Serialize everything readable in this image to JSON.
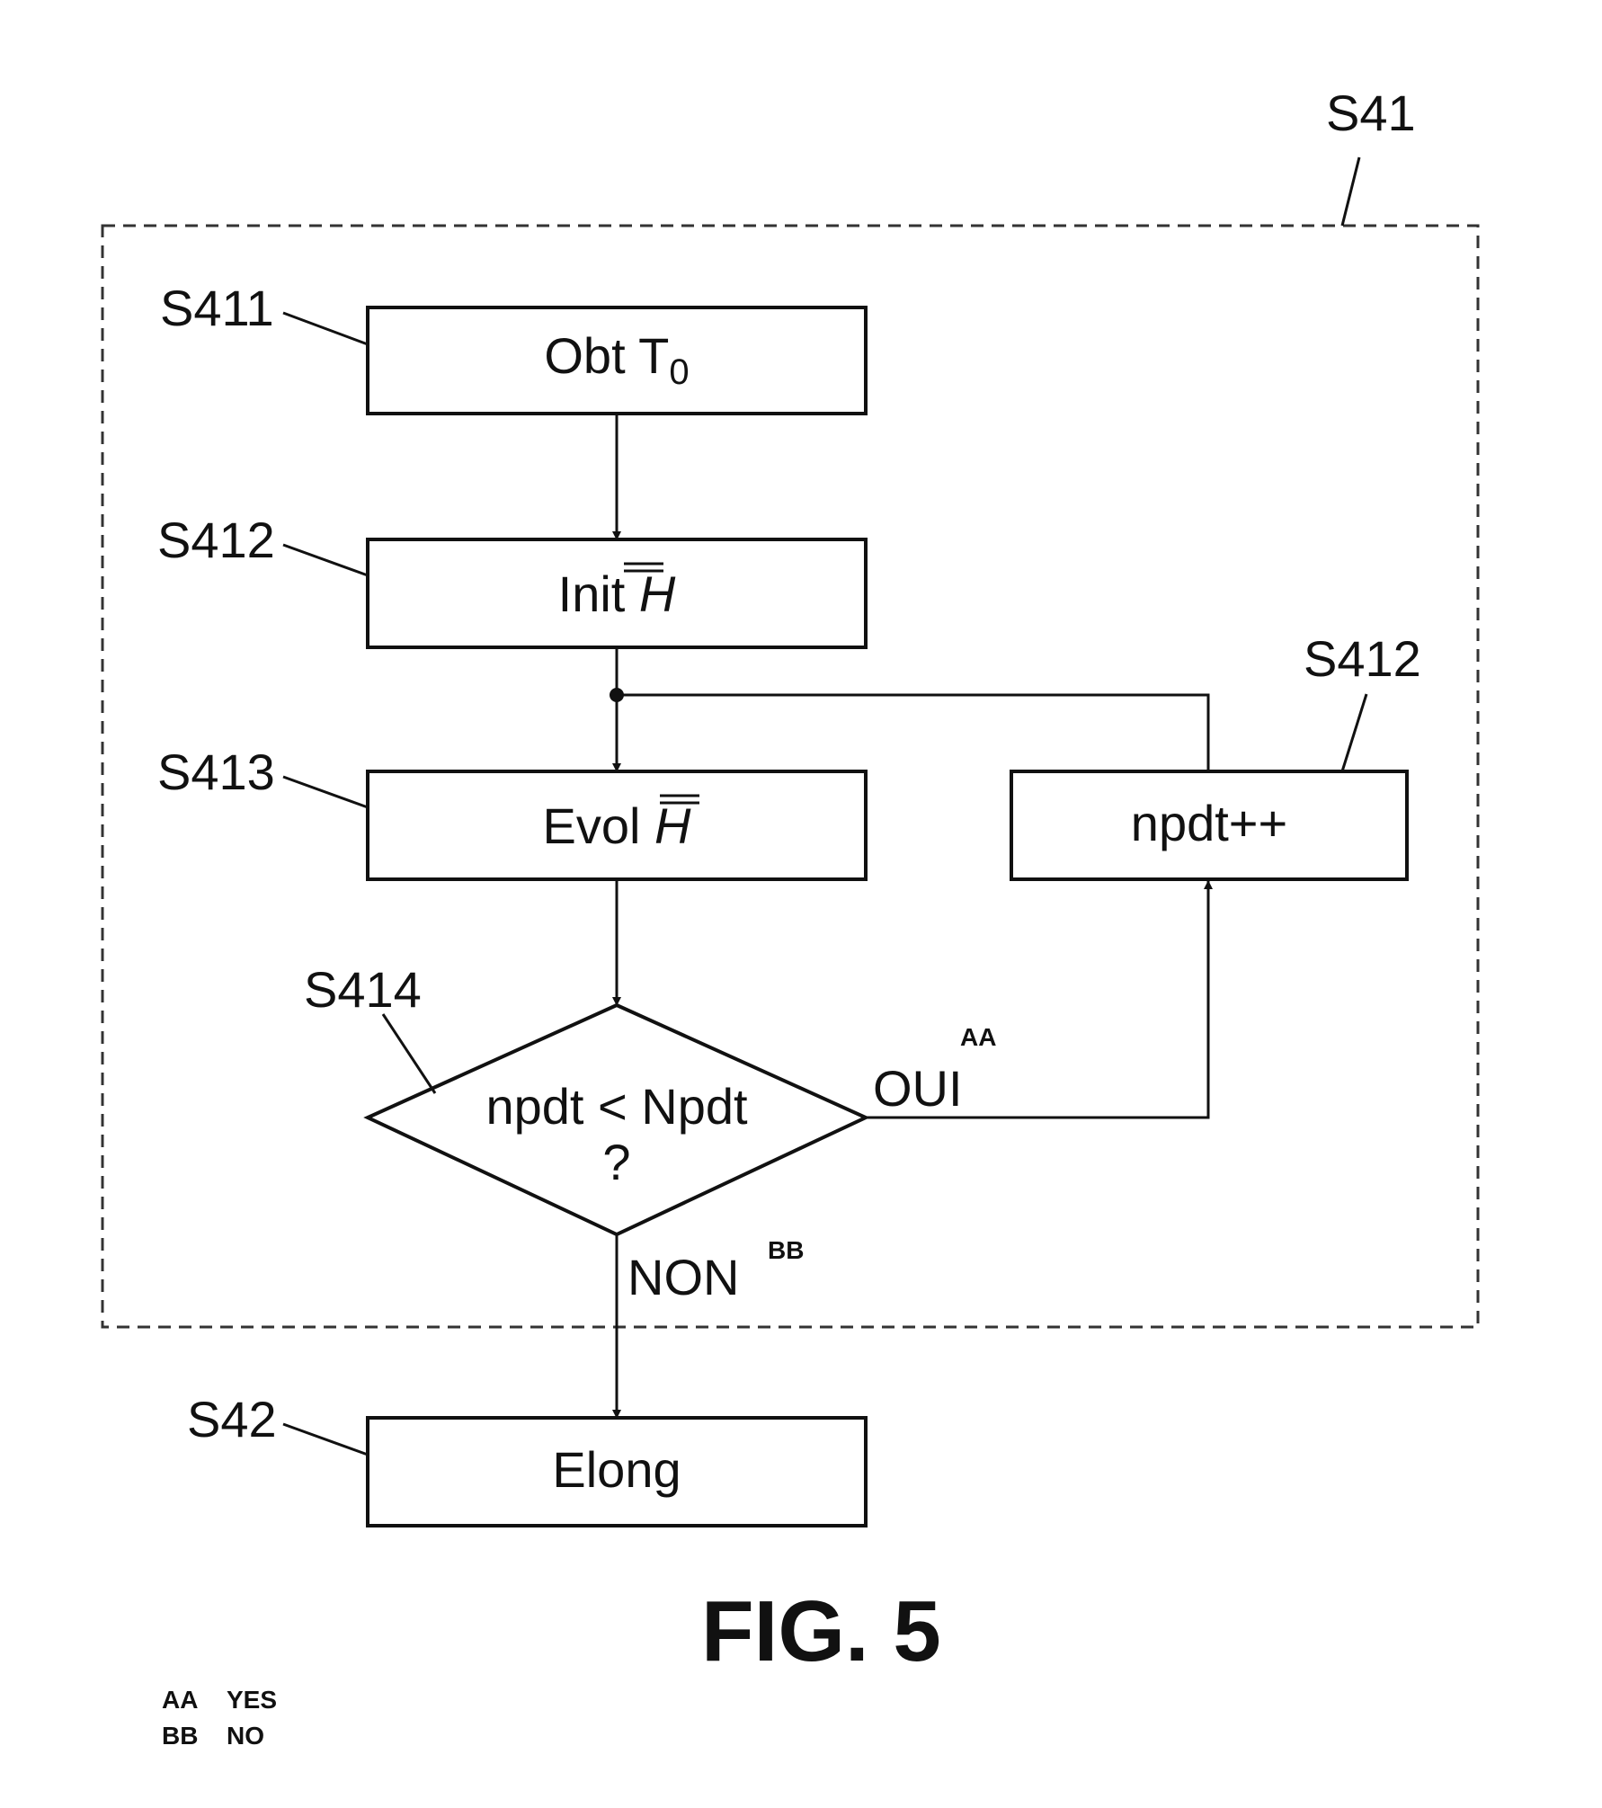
{
  "group_label": "S41",
  "steps": {
    "s411": {
      "ref": "S411",
      "text": "Obt T",
      "sub": "0"
    },
    "s412": {
      "ref": "S412",
      "text": "Init ",
      "symbol": "H"
    },
    "s413": {
      "ref": "S413",
      "text": "Evol ",
      "symbol": "H"
    },
    "s414": {
      "ref": "S414",
      "line1": "npdt < Npdt",
      "line2": "?"
    },
    "s412b": {
      "ref": "S412",
      "text": "npdt++"
    },
    "s42": {
      "ref": "S42",
      "text": "Elong"
    }
  },
  "branches": {
    "yes": {
      "text": "OUI",
      "marker": "AA"
    },
    "no": {
      "text": "NON",
      "marker": "BB"
    }
  },
  "caption": "FIG. 5",
  "legend": [
    {
      "key": "AA",
      "value": "YES"
    },
    {
      "key": "BB",
      "value": "NO"
    }
  ]
}
